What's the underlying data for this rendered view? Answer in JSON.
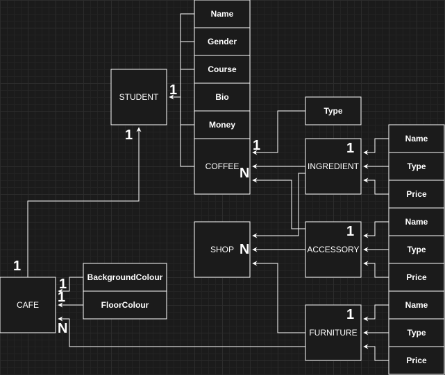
{
  "entities": {
    "student": "STUDENT",
    "coffee": "COFFEE",
    "shop": "SHOP",
    "cafe": "CAFE",
    "ingredient": "INGREDIENT",
    "accessory": "ACCESSORY",
    "furniture": "FURNITURE"
  },
  "attributes": {
    "student": [
      "Name",
      "Gender",
      "Course",
      "Bio",
      "Money"
    ],
    "coffee_type": "Type",
    "cafe": [
      "BackgroundColour",
      "FloorColour"
    ],
    "ingredient": [
      "Name",
      "Type",
      "Price"
    ],
    "accessory": [
      "Name",
      "Type",
      "Price"
    ],
    "furniture": [
      "Name",
      "Type",
      "Price"
    ]
  },
  "cardinalities": {
    "student_bio": "1",
    "student_cafe": "1",
    "cafe_student": "1",
    "cafe_bg_1": "1",
    "cafe_bg_2": "1",
    "cafe_furniture": "N",
    "coffee_one": "1",
    "coffee_many": "N",
    "ingredient": "1",
    "shop_many": "N",
    "accessory": "1",
    "furniture": "1"
  }
}
